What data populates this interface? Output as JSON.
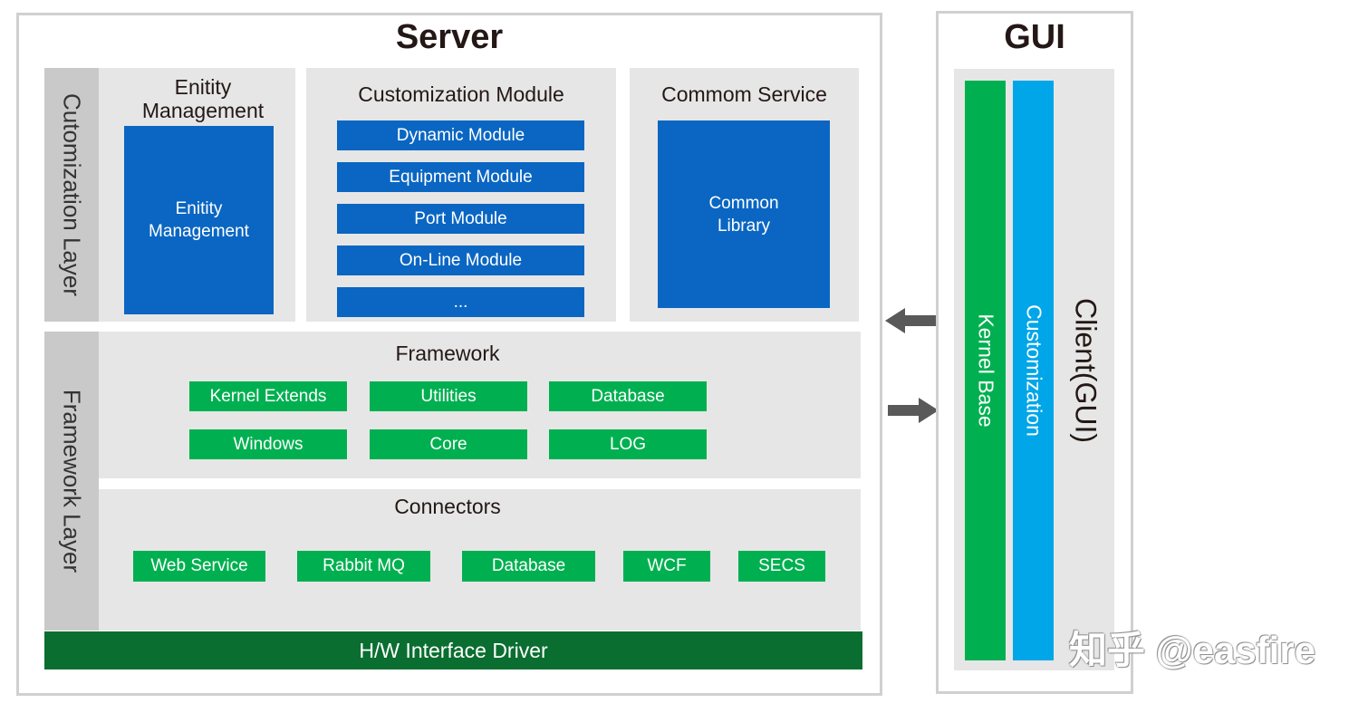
{
  "server": {
    "title": "Server",
    "customization_layer": {
      "label": "Cutomization Layer",
      "entity_management": {
        "title": "Enitity Management",
        "box": "Enitity Management"
      },
      "customization_module": {
        "title": "Customization Module",
        "modules": [
          "Dynamic Module",
          "Equipment Module",
          "Port Module",
          "On-Line Module",
          "..."
        ]
      },
      "common_service": {
        "title": "Commom Service",
        "box": "Common Library"
      }
    },
    "framework_layer": {
      "label": "Framework Layer",
      "framework": {
        "title": "Framework",
        "items": [
          "Kernel Extends",
          "Utilities",
          "Database",
          "Windows",
          "Core",
          "LOG"
        ]
      },
      "connectors": {
        "title": "Connectors",
        "items": [
          "Web Service",
          "Rabbit MQ",
          "Database",
          "WCF",
          "SECS"
        ]
      }
    },
    "hw_driver": "H/W Interface Driver"
  },
  "gui": {
    "title": "GUI",
    "client_label": "Client(GUI)",
    "kernel_base": "Kernel Base",
    "customization": "Customization"
  },
  "arrows": {
    "left": "arrow-left-icon",
    "right": "arrow-right-icon"
  },
  "watermark": "知乎 @easfire",
  "colors": {
    "blue": "#0a66c2",
    "green": "#00b050",
    "dark_green": "#0a6e30",
    "light_blue": "#00a6e8",
    "panel_gray": "#e6e6e6"
  }
}
